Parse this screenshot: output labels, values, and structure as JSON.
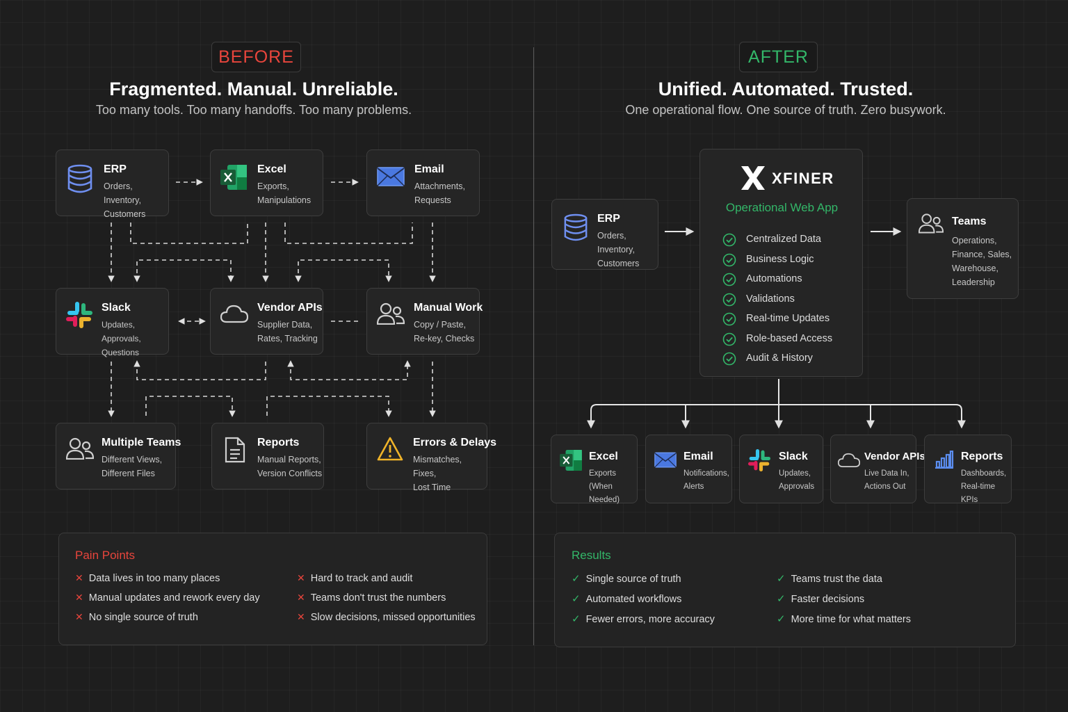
{
  "before": {
    "badge": "BEFORE",
    "headline": "Fragmented. Manual. Unreliable.",
    "subline": "Too many tools. Too many handoffs. Too many problems.",
    "nodes": [
      {
        "title": "ERP",
        "lines": [
          "Orders, Inventory,",
          "Customers"
        ],
        "icon": "database-icon"
      },
      {
        "title": "Excel",
        "lines": [
          "Exports,",
          "Manipulations"
        ],
        "icon": "excel-icon"
      },
      {
        "title": "Email",
        "lines": [
          "Attachments,",
          "Requests"
        ],
        "icon": "email-icon"
      },
      {
        "title": "Slack",
        "lines": [
          "Updates, Approvals,",
          "Questions"
        ],
        "icon": "slack-icon"
      },
      {
        "title": "Vendor APIs",
        "lines": [
          "Supplier Data,",
          "Rates, Tracking"
        ],
        "icon": "cloud-icon"
      },
      {
        "title": "Manual Work",
        "lines": [
          "Copy / Paste,",
          "Re-key, Checks"
        ],
        "icon": "people-icon"
      },
      {
        "title": "Multiple Teams",
        "lines": [
          "Different Views,",
          "Different Files"
        ],
        "icon": "people-icon"
      },
      {
        "title": "Reports",
        "lines": [
          "Manual Reports,",
          "Version Conflicts"
        ],
        "icon": "document-icon"
      },
      {
        "title": "Errors & Delays",
        "lines": [
          "Mismatches, Fixes,",
          "Lost Time"
        ],
        "icon": "warning-icon"
      }
    ],
    "pain_points": {
      "title": "Pain Points",
      "left": [
        "Data lives in too many places",
        "Manual updates and rework every day",
        "No single source of truth"
      ],
      "right": [
        "Hard to track and audit",
        "Teams don't trust the numbers",
        "Slow decisions, missed opportunities"
      ]
    }
  },
  "after": {
    "badge": "AFTER",
    "headline": "Unified. Automated. Trusted.",
    "subline": "One operational flow. One source of truth. Zero busywork.",
    "source": {
      "title": "ERP",
      "lines": [
        "Orders, Inventory,",
        "Customers"
      ],
      "icon": "database-icon"
    },
    "hub": {
      "brand": "XFINER",
      "subtitle": "Operational Web App",
      "features": [
        "Centralized Data",
        "Business Logic",
        "Automations",
        "Validations",
        "Real-time Updates",
        "Role-based Access",
        "Audit & History"
      ]
    },
    "teams": {
      "title": "Teams",
      "lines": [
        "Operations,",
        "Finance, Sales,",
        "Warehouse,",
        "Leadership"
      ],
      "icon": "people-icon"
    },
    "outputs": [
      {
        "title": "Excel",
        "lines": [
          "Exports (When",
          "Needed)"
        ],
        "icon": "excel-icon"
      },
      {
        "title": "Email",
        "lines": [
          "Notifications,",
          "Alerts"
        ],
        "icon": "email-icon"
      },
      {
        "title": "Slack",
        "lines": [
          "Updates,",
          "Approvals"
        ],
        "icon": "slack-icon"
      },
      {
        "title": "Vendor APIs",
        "lines": [
          "Live Data In,",
          "Actions Out"
        ],
        "icon": "cloud-icon"
      },
      {
        "title": "Reports",
        "lines": [
          "Dashboards,",
          "Real-time KPIs"
        ],
        "icon": "bar-chart-icon"
      }
    ],
    "results": {
      "title": "Results",
      "left": [
        "Single source of truth",
        "Automated workflows",
        "Fewer errors, more accuracy"
      ],
      "right": [
        "Teams trust the data",
        "Faster decisions",
        "More time for what matters"
      ]
    }
  },
  "colors": {
    "before_accent": "#e8453c",
    "after_accent": "#33b769",
    "card_bg": "#252525",
    "page_bg": "#1e1e1e"
  }
}
